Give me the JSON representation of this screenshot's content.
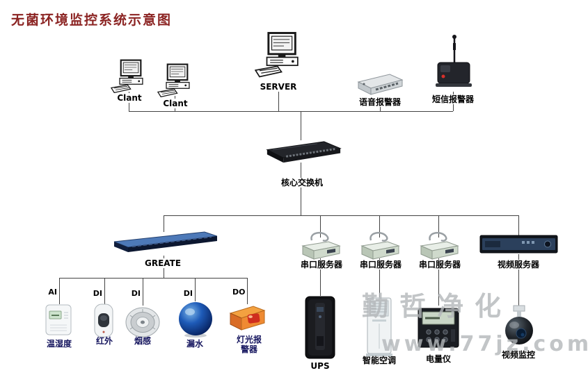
{
  "title": "无菌环境监控系统示意图",
  "colors": {
    "title": "#8b2322",
    "label": "#000000",
    "sensor_label": "#16165f",
    "line": "#424242",
    "watermark": "#b3b7ba"
  },
  "nodes": {
    "client1": "Clant",
    "client2": "Clant",
    "server": "SERVER",
    "voice_alarm": "语音报警器",
    "sms_alarm": "短信报警器",
    "core_switch": "核心交换机",
    "greate": "GREATE",
    "serial_server_1": "串口服务器",
    "serial_server_2": "串口服务器",
    "serial_server_3": "串口服务器",
    "video_server": "视频服务器",
    "ups": "UPS",
    "smart_ac": "智能空调",
    "power_meter": "电量仪",
    "video_monitor": "视频监控",
    "temp_humidity": "温湿度",
    "infrared": "红外",
    "smoke": "烟感",
    "water_leak": "漏水",
    "light_alarm_line1": "灯光报",
    "light_alarm_line2": "警器"
  },
  "ports": [
    "AI",
    "DI",
    "DI",
    "DI",
    "DO"
  ],
  "watermark": {
    "line1": "勤哲净化",
    "line2": "www.77jz.com"
  }
}
